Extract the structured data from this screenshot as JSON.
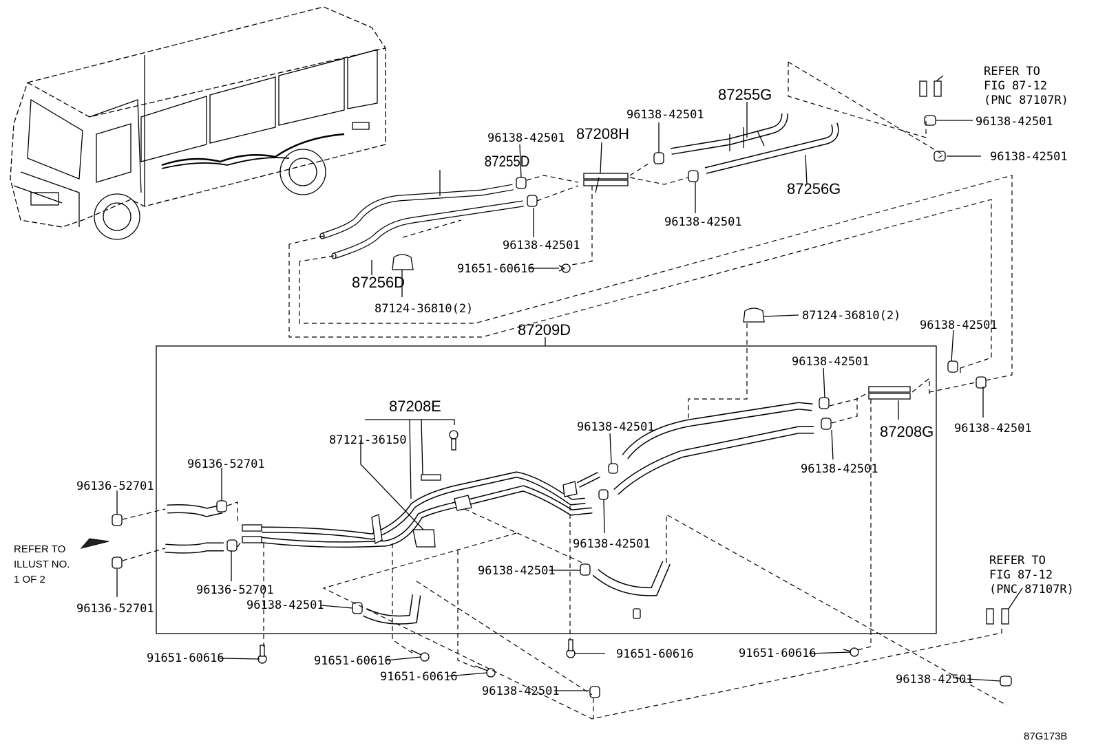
{
  "diagram_id": "87G173B",
  "group_labels": {
    "g87255D": "87255D",
    "g87256D": "87256D",
    "g87208H": "87208H",
    "g87255G": "87255G",
    "g87256G": "87256G",
    "g87209D": "87209D",
    "g87208E": "87208E",
    "g87208G": "87208G"
  },
  "part_labels": {
    "p_top_clamp_1": "96138-42501",
    "p_top_clamp_2": "96138-42501",
    "p_top_clamp_3": "96138-42501",
    "p_top_clamp_4": "96138-42501",
    "p_top_bolt": "91651-60616",
    "p_top_clip": "87124-36810(2)",
    "p_tr_clamp_1": "96138-42501",
    "p_tr_clamp_2": "96138-42501",
    "p_mid_clip": "87124-36810(2)",
    "p_r_clamp_1": "96138-42501",
    "p_r_clamp_2": "96138-42501",
    "p_r_clamp_3": "96138-42501",
    "p_r_clamp_4": "96138-42501",
    "p_c_clamp_1": "96138-42501",
    "p_c_clamp_2": "96138-42501",
    "p_bracket": "87121-36150",
    "p_hose_1": "96136-52701",
    "p_hose_2": "96136-52701",
    "p_hose_3": "96136-52701",
    "p_hose_4": "96136-52701",
    "p_l_clamp_1": "96138-42501",
    "p_l_clamp_2": "96138-42501",
    "p_b_bolt_1": "91651-60616",
    "p_b_bolt_2": "91651-60616",
    "p_b_bolt_3": "91651-60616",
    "p_b_bolt_4": "91651-60616",
    "p_b_bolt_5": "91651-60616",
    "p_b_clamp_1": "96138-42501",
    "p_br_clamp_1": "96138-42501"
  },
  "references": {
    "top_right": [
      "REFER TO",
      "FIG 87-12",
      "(PNC 87107R)"
    ],
    "bottom_right": [
      "REFER TO",
      "FIG 87-12",
      "(PNC 87107R)"
    ],
    "left": [
      "REFER TO",
      "ILLUST NO.",
      "1 OF 2"
    ]
  }
}
